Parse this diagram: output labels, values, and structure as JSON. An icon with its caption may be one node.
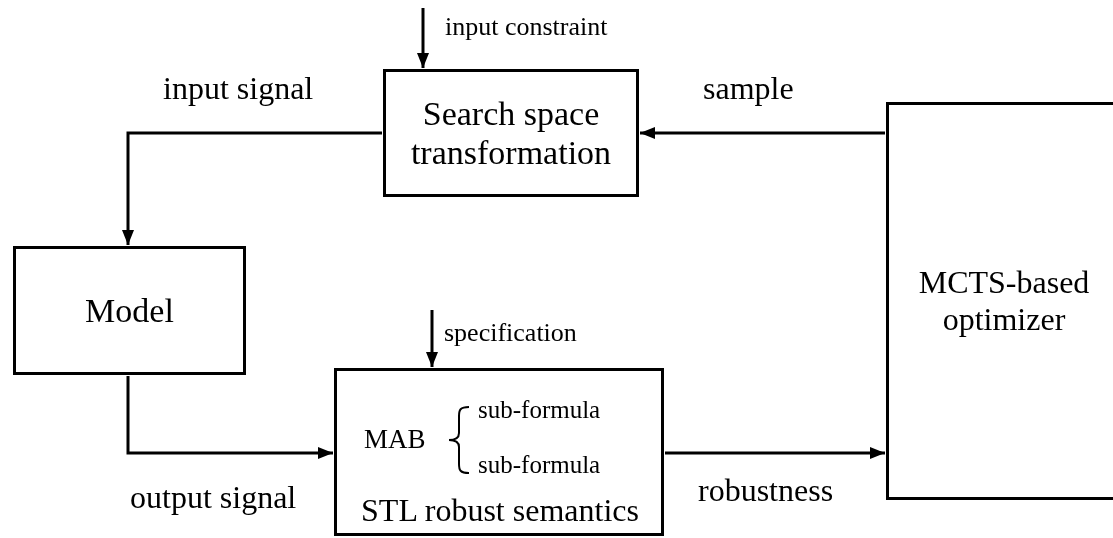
{
  "diagram": {
    "nodes": [
      {
        "text": [
          "Search space transformation"
        ]
      },
      {
        "text": [
          "MCTS-based optimizer"
        ]
      },
      {
        "text": [
          "Model"
        ]
      },
      {
        "text": [
          "MAB",
          "sub-formula",
          "sub-formula",
          "STL robust semantics"
        ]
      }
    ],
    "edges": [
      {
        "from": null,
        "to": 0,
        "arrow": "to",
        "label": "input constraint"
      },
      {
        "from": 1,
        "to": 0,
        "arrow": "to",
        "label": "sample"
      },
      {
        "from": 0,
        "to": 2,
        "arrow": "to",
        "label": "input signal"
      },
      {
        "from": 2,
        "to": 3,
        "arrow": "to",
        "label": "output signal"
      },
      {
        "from": null,
        "to": 3,
        "arrow": "to",
        "label": "specification"
      },
      {
        "from": 3,
        "to": 1,
        "arrow": "to",
        "label": "robustness"
      }
    ]
  }
}
